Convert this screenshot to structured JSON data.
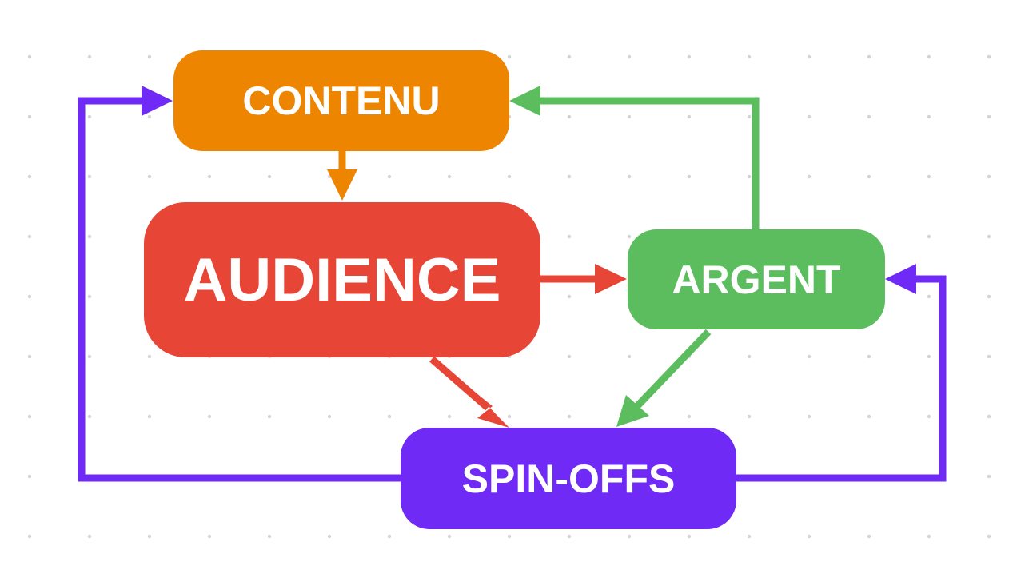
{
  "diagram": {
    "title": "",
    "colors": {
      "background": "#ffffff",
      "grid_dot": "#d4d4d4",
      "orange": "#ED8500",
      "red": "#E74536",
      "green": "#5BBD5E",
      "purple": "#6F2AF5",
      "text": "#ffffff"
    },
    "nodes": [
      {
        "id": "contenu",
        "label": "CONTENU",
        "color": "#ED8500"
      },
      {
        "id": "audience",
        "label": "AUDIENCE",
        "color": "#E74536"
      },
      {
        "id": "argent",
        "label": "ARGENT",
        "color": "#5BBD5E"
      },
      {
        "id": "spinoffs",
        "label": "SPIN-OFFS",
        "color": "#6F2AF5"
      }
    ],
    "edges": [
      {
        "from": "contenu",
        "to": "audience",
        "color": "#ED8500"
      },
      {
        "from": "audience",
        "to": "argent",
        "color": "#E74536"
      },
      {
        "from": "audience",
        "to": "spinoffs",
        "color": "#E74536"
      },
      {
        "from": "argent",
        "to": "spinoffs",
        "color": "#5BBD5E"
      },
      {
        "from": "argent",
        "to": "contenu",
        "color": "#5BBD5E"
      },
      {
        "from": "spinoffs",
        "to": "contenu",
        "color": "#6F2AF5"
      },
      {
        "from": "spinoffs",
        "to": "argent",
        "color": "#6F2AF5"
      }
    ]
  }
}
